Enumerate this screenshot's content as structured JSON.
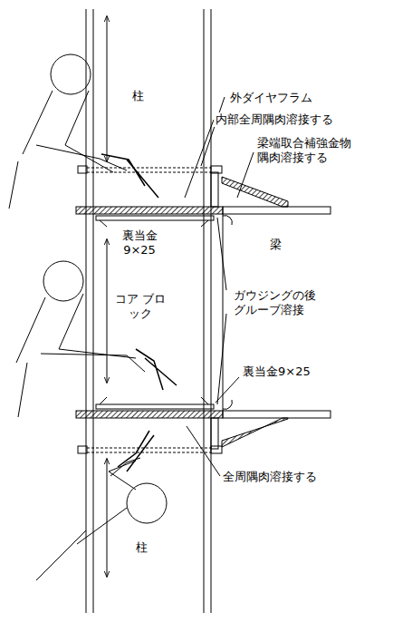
{
  "diagram": {
    "labels": [
      "柱",
      "外ダイヤフラム",
      "内部全周隅肉溶接する",
      "梁端取合補強金物 隅肉溶接する",
      "梁",
      "裏当金 9×25",
      "コア ブロック",
      "ガウジングの後 グルーブ溶接",
      "裏当金9×25",
      "全周隅肉溶接する",
      "柱"
    ]
  }
}
